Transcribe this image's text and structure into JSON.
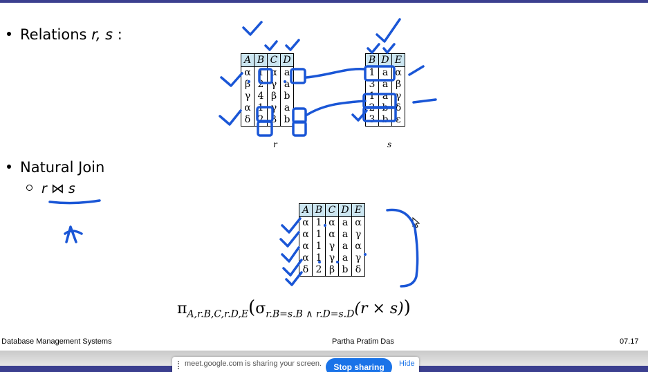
{
  "slide": {
    "bullet1": {
      "label": "Relations ",
      "vars": "r, s",
      "suffix": " :"
    },
    "bullet2": {
      "label": "Natural Join"
    },
    "sub1": {
      "text": "r ⋈ s"
    },
    "relation_r": {
      "caption": "r",
      "headers": [
        "A",
        "B",
        "C",
        "D"
      ],
      "rows": [
        [
          "α",
          "1",
          "α",
          "a"
        ],
        [
          "β",
          "2",
          "γ",
          "a"
        ],
        [
          "γ",
          "4",
          "β",
          "b"
        ],
        [
          "α",
          "1",
          "γ",
          "a"
        ],
        [
          "δ",
          "2",
          "β",
          "b"
        ]
      ]
    },
    "relation_s": {
      "caption": "s",
      "headers": [
        "B",
        "D",
        "E"
      ],
      "rows": [
        [
          "1",
          "a",
          "α"
        ],
        [
          "3",
          "a",
          "β"
        ],
        [
          "1",
          "a",
          "γ"
        ],
        [
          "2",
          "b",
          "δ"
        ],
        [
          "3",
          "b",
          "ε"
        ]
      ]
    },
    "result": {
      "headers": [
        "A",
        "B",
        "C",
        "D",
        "E"
      ],
      "rows": [
        [
          "α",
          "1",
          "α",
          "a",
          "α"
        ],
        [
          "α",
          "1",
          "α",
          "a",
          "γ"
        ],
        [
          "α",
          "1",
          "γ",
          "a",
          "α"
        ],
        [
          "α",
          "1",
          "γ",
          "a",
          "γ"
        ],
        [
          "δ",
          "2",
          "β",
          "b",
          "δ"
        ]
      ]
    },
    "formula": {
      "pi": "π",
      "pi_sub": "A,r.B,C,r.D,E",
      "sigma": "σ",
      "sigma_sub": "r.B=s.B ∧ r.D=s.D",
      "body": "(r × s)"
    }
  },
  "footer": {
    "left": "Database Management Systems",
    "center": "Partha Pratim Das",
    "right": "07.17"
  },
  "share_bar": {
    "message": "meet.google.com is sharing your screen.",
    "stop_label": "Stop sharing",
    "hide_label": "Hide"
  },
  "colors": {
    "ink": "#1a56d6",
    "header_fill": "#cce6f1",
    "frame": "#3b3f8f",
    "button": "#1a73e8"
  }
}
